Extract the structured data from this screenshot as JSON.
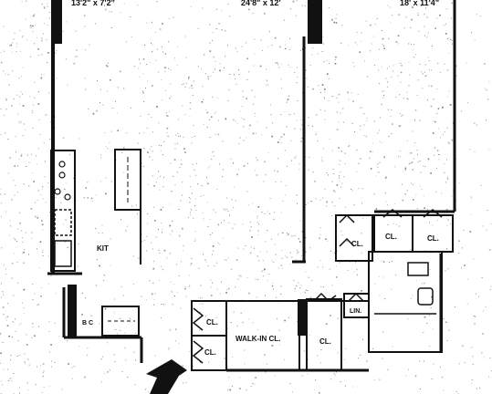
{
  "dimensions": {
    "left": "13'2\" x 7'2\"",
    "center": "24'8\" x 12'",
    "right": "18' x 11'4\""
  },
  "rooms": {
    "kitchen": "KIT",
    "closet": "CL.",
    "walk_in_closet": "WALK-IN CL.",
    "linen": "LIN.",
    "bc": "B C"
  },
  "icons": {
    "entry": "entry-arrow-icon"
  },
  "colors": {
    "wall": "#111111",
    "paper": "#ffffff",
    "noise": "#5a5a5a"
  }
}
